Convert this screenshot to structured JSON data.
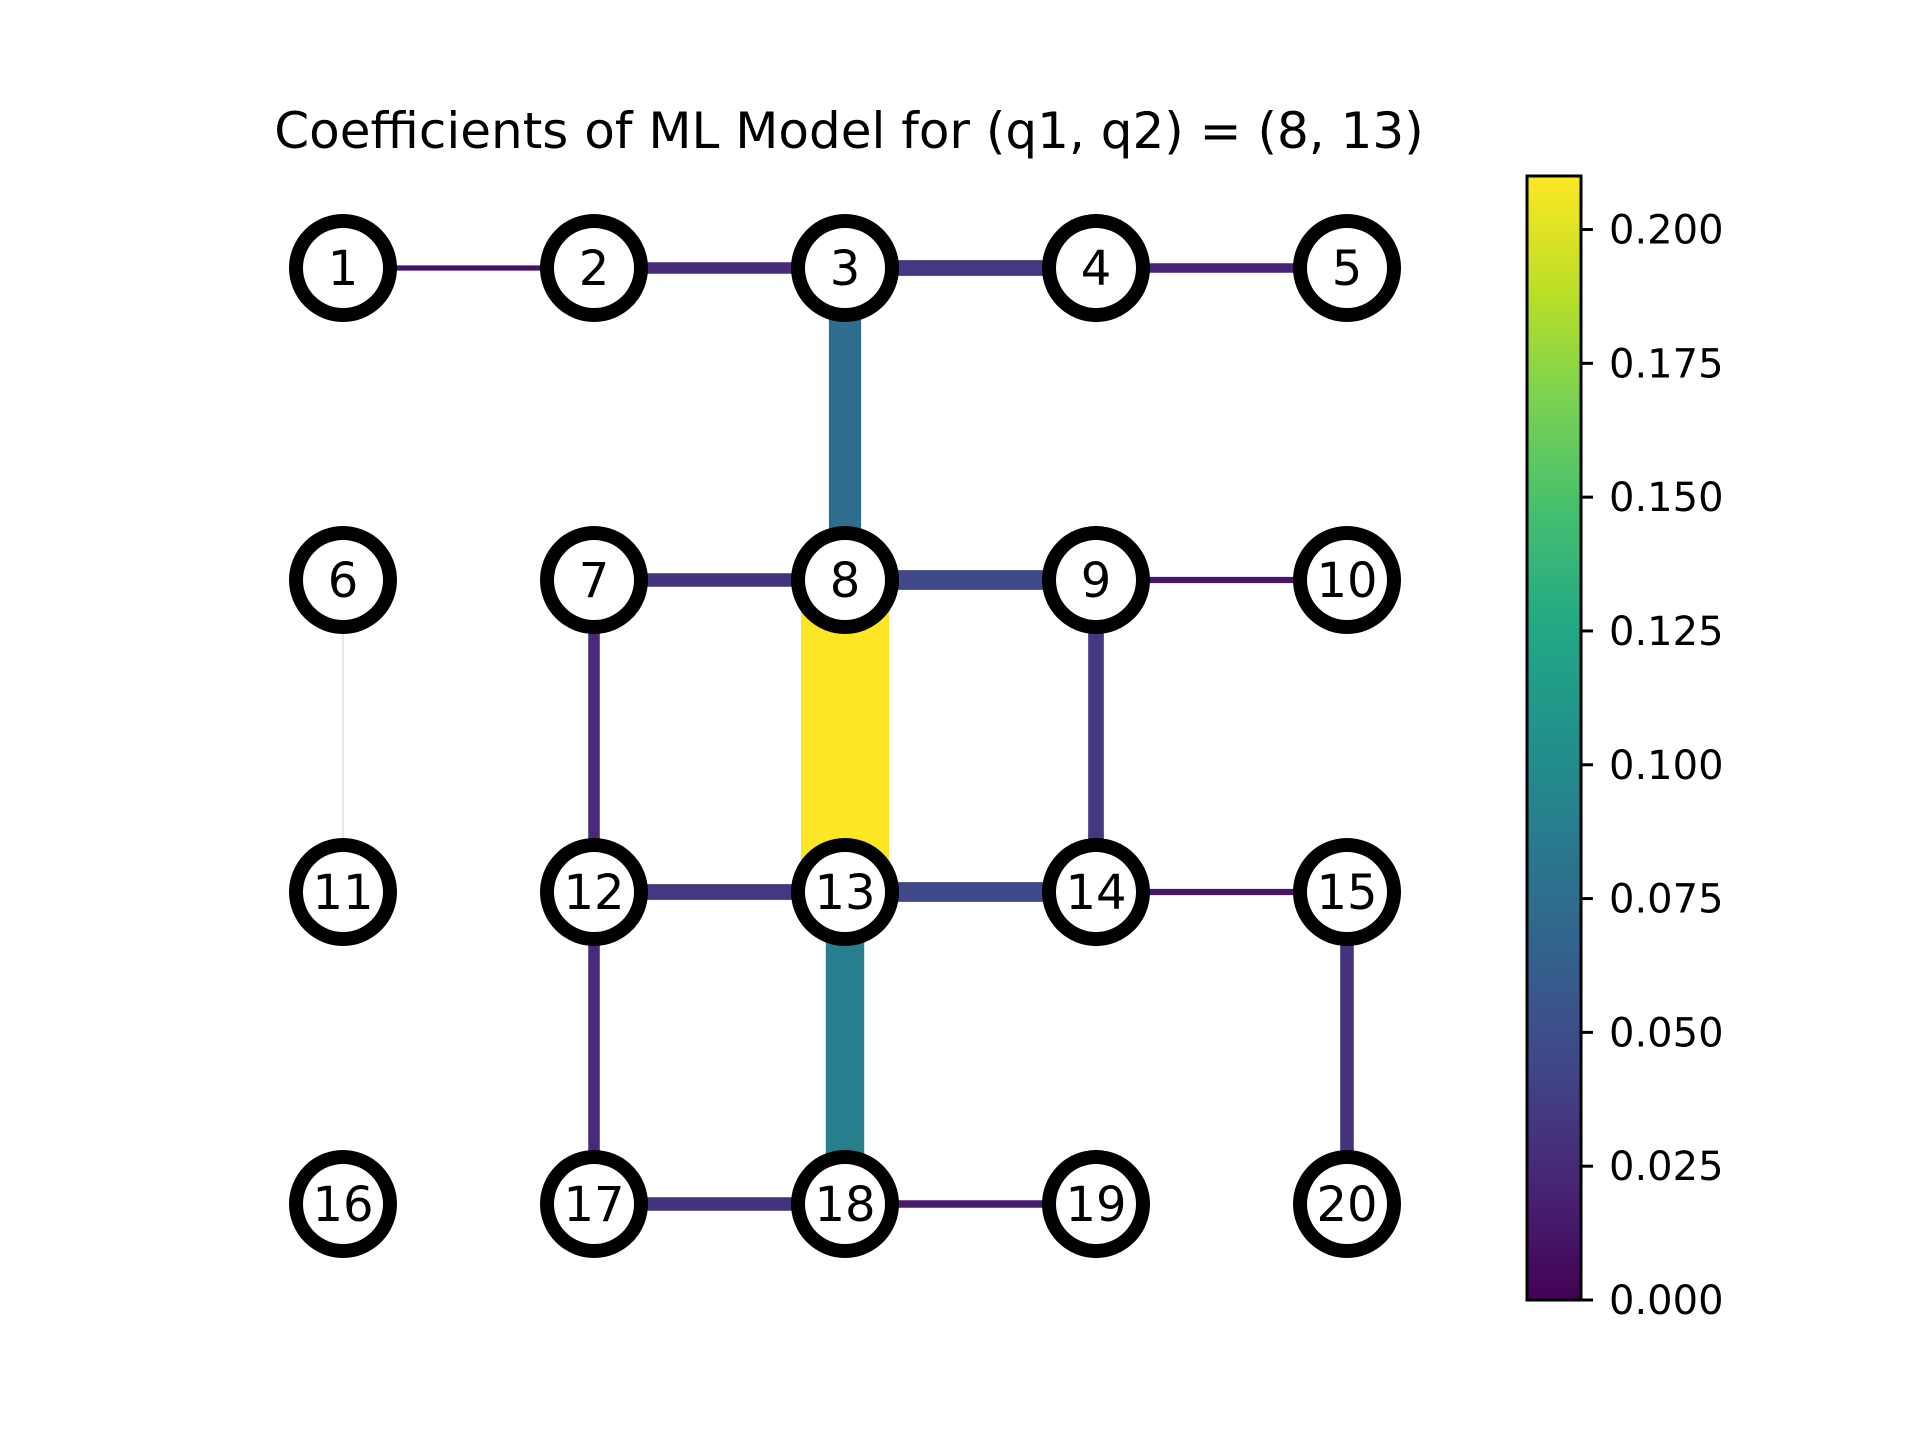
{
  "chart_data": {
    "type": "network",
    "title": "Coefficients of ML Model for (q1, q2) = (8, 13)",
    "nodes": [
      {
        "id": 1,
        "label": "1",
        "row": 0,
        "col": 0
      },
      {
        "id": 2,
        "label": "2",
        "row": 0,
        "col": 1
      },
      {
        "id": 3,
        "label": "3",
        "row": 0,
        "col": 2
      },
      {
        "id": 4,
        "label": "4",
        "row": 0,
        "col": 3
      },
      {
        "id": 5,
        "label": "5",
        "row": 0,
        "col": 4
      },
      {
        "id": 6,
        "label": "6",
        "row": 1,
        "col": 0
      },
      {
        "id": 7,
        "label": "7",
        "row": 1,
        "col": 1
      },
      {
        "id": 8,
        "label": "8",
        "row": 1,
        "col": 2
      },
      {
        "id": 9,
        "label": "9",
        "row": 1,
        "col": 3
      },
      {
        "id": 10,
        "label": "10",
        "row": 1,
        "col": 4
      },
      {
        "id": 11,
        "label": "11",
        "row": 2,
        "col": 0
      },
      {
        "id": 12,
        "label": "12",
        "row": 2,
        "col": 1
      },
      {
        "id": 13,
        "label": "13",
        "row": 2,
        "col": 2
      },
      {
        "id": 14,
        "label": "14",
        "row": 2,
        "col": 3
      },
      {
        "id": 15,
        "label": "15",
        "row": 2,
        "col": 4
      },
      {
        "id": 16,
        "label": "16",
        "row": 3,
        "col": 0
      },
      {
        "id": 17,
        "label": "17",
        "row": 3,
        "col": 1
      },
      {
        "id": 18,
        "label": "18",
        "row": 3,
        "col": 2
      },
      {
        "id": 19,
        "label": "19",
        "row": 3,
        "col": 3
      },
      {
        "id": 20,
        "label": "20",
        "row": 3,
        "col": 4
      }
    ],
    "edges": [
      {
        "source": 1,
        "target": 2,
        "value": 0.01
      },
      {
        "source": 2,
        "target": 3,
        "value": 0.025
      },
      {
        "source": 3,
        "target": 4,
        "value": 0.035
      },
      {
        "source": 4,
        "target": 5,
        "value": 0.02
      },
      {
        "source": 3,
        "target": 8,
        "value": 0.075
      },
      {
        "source": 7,
        "target": 8,
        "value": 0.03
      },
      {
        "source": 8,
        "target": 9,
        "value": 0.045
      },
      {
        "source": 9,
        "target": 10,
        "value": 0.012
      },
      {
        "source": 6,
        "target": 11,
        "value": 0.001
      },
      {
        "source": 7,
        "target": 12,
        "value": 0.025
      },
      {
        "source": 8,
        "target": 13,
        "value": 0.21
      },
      {
        "source": 9,
        "target": 14,
        "value": 0.035
      },
      {
        "source": 12,
        "target": 13,
        "value": 0.035
      },
      {
        "source": 13,
        "target": 14,
        "value": 0.045
      },
      {
        "source": 14,
        "target": 15,
        "value": 0.012
      },
      {
        "source": 12,
        "target": 17,
        "value": 0.025
      },
      {
        "source": 13,
        "target": 18,
        "value": 0.09
      },
      {
        "source": 15,
        "target": 20,
        "value": 0.03
      },
      {
        "source": 17,
        "target": 18,
        "value": 0.03
      },
      {
        "source": 18,
        "target": 19,
        "value": 0.015
      }
    ],
    "colorbar": {
      "colormap": "viridis",
      "vmin": 0.0,
      "vmax": 0.21,
      "ticks": [
        0.0,
        0.025,
        0.05,
        0.075,
        0.1,
        0.125,
        0.15,
        0.175,
        0.2
      ],
      "tick_labels": [
        "0.000",
        "0.025",
        "0.050",
        "0.075",
        "0.100",
        "0.125",
        "0.150",
        "0.175",
        "0.200"
      ]
    },
    "grid": false,
    "legend": "none"
  }
}
